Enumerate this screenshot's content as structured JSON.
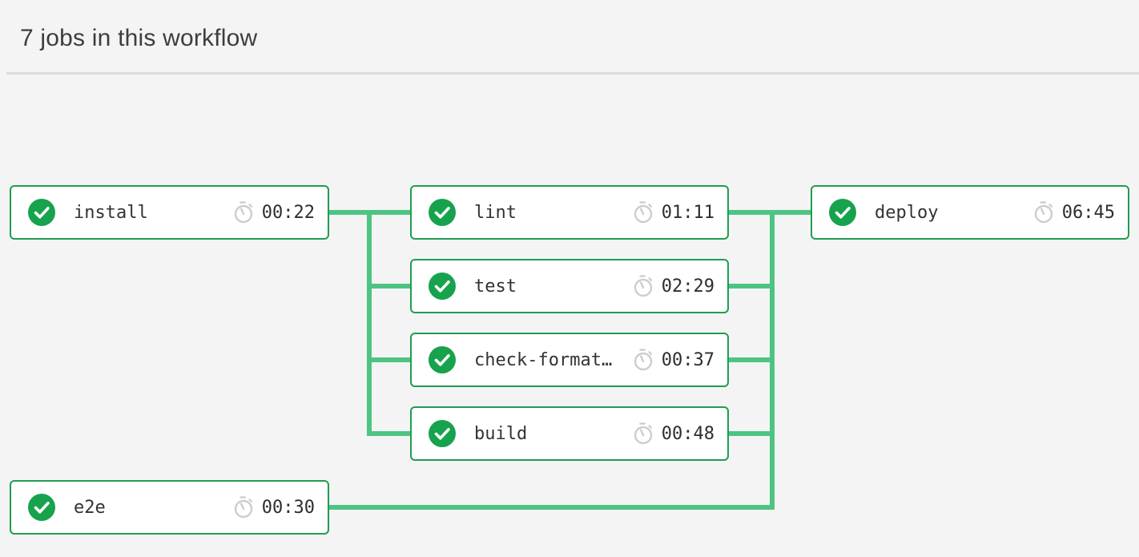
{
  "header": {
    "title": "7 jobs in this workflow"
  },
  "colors": {
    "success_green": "#17a24d",
    "card_border_green": "#1f9d52",
    "connector_green": "#4ec482",
    "background": "#f4f4f5",
    "clock_gray": "#cbcdcf"
  },
  "jobs": [
    {
      "name": "install",
      "duration": "00:22",
      "status": "success"
    },
    {
      "name": "lint",
      "duration": "01:11",
      "status": "success"
    },
    {
      "name": "test",
      "duration": "02:29",
      "status": "success"
    },
    {
      "name": "check-format…",
      "duration": "00:37",
      "status": "success"
    },
    {
      "name": "build",
      "duration": "00:48",
      "status": "success"
    },
    {
      "name": "e2e",
      "duration": "00:30",
      "status": "success"
    },
    {
      "name": "deploy",
      "duration": "06:45",
      "status": "success"
    }
  ]
}
